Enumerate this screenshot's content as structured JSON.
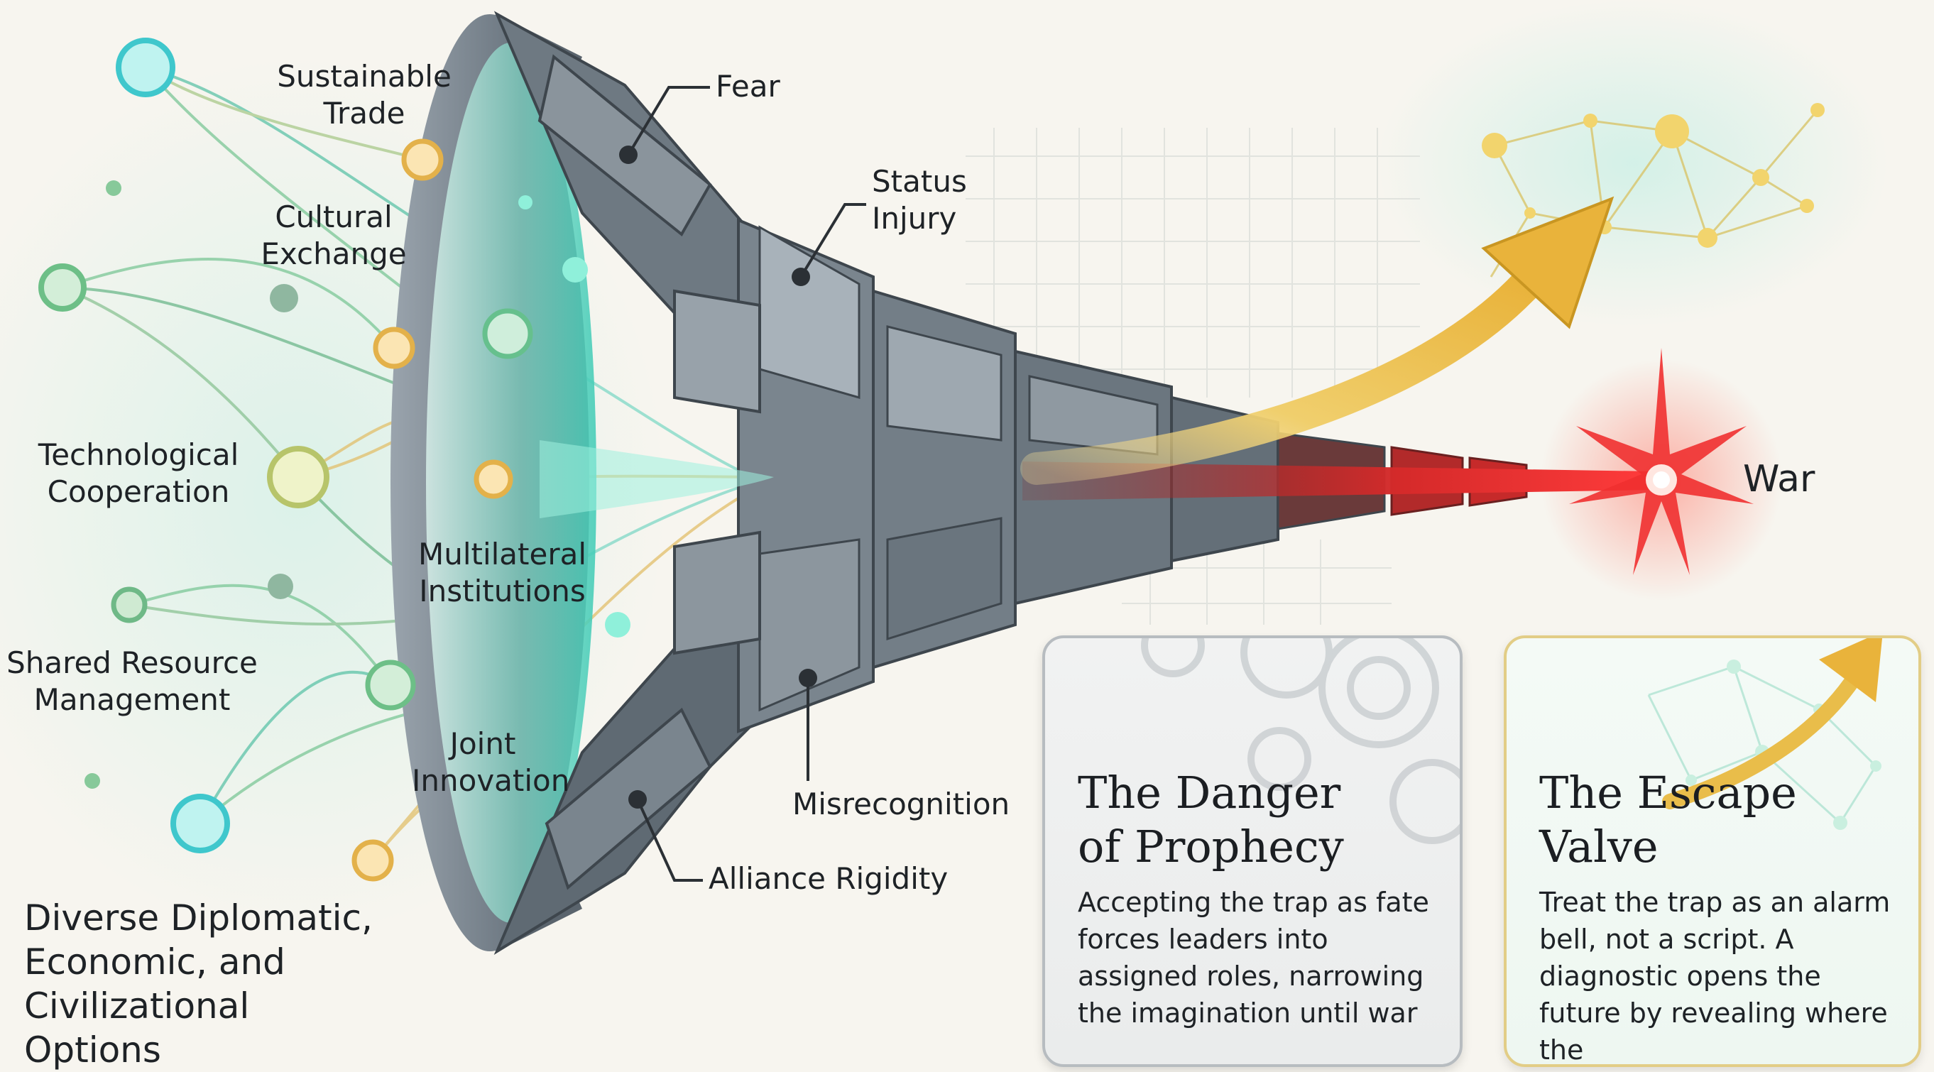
{
  "options": {
    "heading": "Diverse Diplomatic, Economic, and Civilizational Options",
    "items": [
      {
        "label": "Sustainable Trade"
      },
      {
        "label": "Cultural Exchange"
      },
      {
        "label": "Technological Cooperation"
      },
      {
        "label": "Shared Resource Management"
      },
      {
        "label": "Multilateral Institutions"
      },
      {
        "label": "Joint Innovation"
      }
    ]
  },
  "funnel": {
    "pressures": [
      "Fear",
      "Status Injury",
      "Misrecognition",
      "Alliance Rigidity"
    ],
    "outcome": "War"
  },
  "cards": {
    "danger": {
      "title": "The Danger of Prophecy",
      "body": "Accepting the trap as fate forces leaders into assigned roles, narrowing the imagination until war"
    },
    "escape": {
      "title": "The Escape Valve",
      "body": "Treat the trap as an alarm bell, not a script. A diagnostic opens the future by revealing where the"
    }
  },
  "colors": {
    "background": "#f7f5ef",
    "teal": "#3fd1c1",
    "green": "#6fbf83",
    "gold": "#e7b84a",
    "war_red": "#e02424",
    "block_gray": "#7d8790"
  }
}
